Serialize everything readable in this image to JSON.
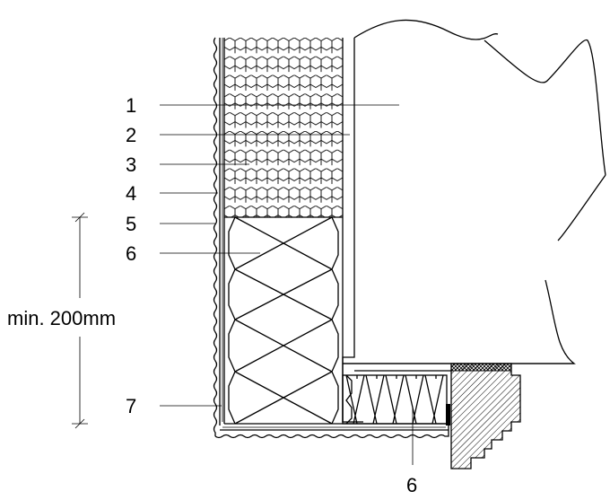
{
  "labels": {
    "l1": "1",
    "l2": "2",
    "l3": "3",
    "l4": "4",
    "l5": "5",
    "l6": "6",
    "l7": "7",
    "l6b": "6",
    "dimension": "min. 200mm"
  }
}
